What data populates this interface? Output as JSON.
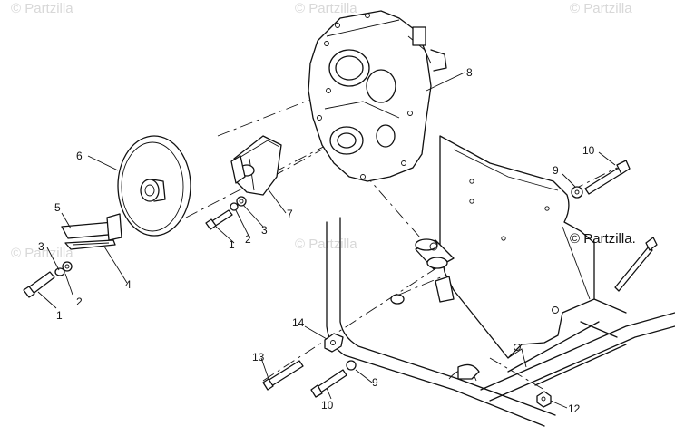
{
  "watermark": {
    "text": "© Partzilla",
    "brand": "© Partzilla."
  },
  "callouts": [
    {
      "id": "label-1-left",
      "text": "1"
    },
    {
      "id": "label-2-left",
      "text": "2"
    },
    {
      "id": "label-3-left",
      "text": "3"
    },
    {
      "id": "label-4",
      "text": "4"
    },
    {
      "id": "label-5",
      "text": "5"
    },
    {
      "id": "label-6",
      "text": "6"
    },
    {
      "id": "label-1-mid",
      "text": "1"
    },
    {
      "id": "label-2-mid",
      "text": "2"
    },
    {
      "id": "label-3-mid",
      "text": "3"
    },
    {
      "id": "label-7",
      "text": "7"
    },
    {
      "id": "label-8",
      "text": "8"
    },
    {
      "id": "label-9-right",
      "text": "9"
    },
    {
      "id": "label-10-right",
      "text": "10"
    },
    {
      "id": "label-14",
      "text": "14"
    },
    {
      "id": "label-13",
      "text": "13"
    },
    {
      "id": "label-10-bottom",
      "text": "10"
    },
    {
      "id": "label-9-bottom",
      "text": "9"
    },
    {
      "id": "label-12",
      "text": "12"
    }
  ]
}
